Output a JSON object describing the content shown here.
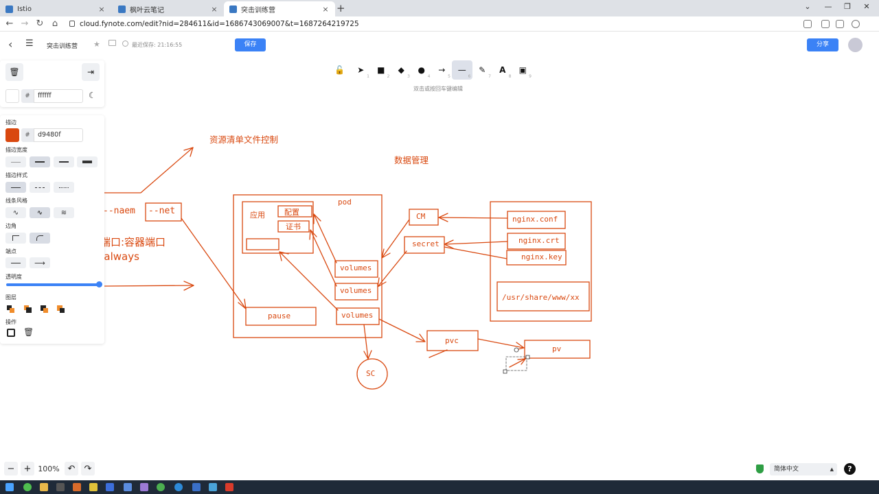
{
  "browser": {
    "tabs": [
      {
        "label": "Istio",
        "close": "×",
        "active": false
      },
      {
        "label": "枫叶云笔记",
        "close": "×",
        "active": false
      },
      {
        "label": "突击训练营",
        "close": "×",
        "active": true
      }
    ],
    "new_tab": "+",
    "window_controls": [
      "⌄",
      "—",
      "❐",
      "✕"
    ],
    "url": "cloud.fynote.com/edit?nid=284611&id=1686743069007&t=1687264219725",
    "nav": {
      "back": "←",
      "forward": "→",
      "reload": "↻",
      "home": "⌂"
    }
  },
  "header": {
    "back": "‹",
    "menu": "☰",
    "title": "突击训练营",
    "save_status": "最近保存: 21:16:55",
    "save_label": "保存",
    "share_label": "分享",
    "brand_color": "#3b82f6"
  },
  "toolbar": {
    "tools": [
      {
        "name": "lock",
        "glyph": "🔓",
        "num": ""
      },
      {
        "name": "select",
        "glyph": "➤",
        "num": "1"
      },
      {
        "name": "rectangle",
        "glyph": "■",
        "num": "2"
      },
      {
        "name": "diamond",
        "glyph": "◆",
        "num": "3"
      },
      {
        "name": "ellipse",
        "glyph": "●",
        "num": "4"
      },
      {
        "name": "arrow",
        "glyph": "→",
        "num": "5"
      },
      {
        "name": "line",
        "glyph": "—",
        "num": "6"
      },
      {
        "name": "pencil",
        "glyph": "✎",
        "num": "7"
      },
      {
        "name": "text",
        "glyph": "A",
        "num": "8"
      },
      {
        "name": "image",
        "glyph": "▣",
        "num": "9"
      }
    ],
    "active_tool": "line",
    "hint": "双击或按回车键编辑"
  },
  "left_panel": {
    "background_hex": "ffffff",
    "stroke_label": "描边",
    "stroke_hex": "d9480f",
    "stroke_color": "#d9480f",
    "stroke_width_label": "描边宽度",
    "stroke_style_label": "描边样式",
    "line_style_label": "线条风格",
    "corner_label": "边角",
    "endpoint_label": "端点",
    "opacity_label": "透明度",
    "opacity": 1.0,
    "layer_label": "图层",
    "action_label": "操作"
  },
  "canvas": {
    "notes": {
      "resource_manifest": "资源清单文件控制",
      "data_management": "数据管理",
      "port_note": "端口:容器端口",
      "always": "-always",
      "naem": "--naem",
      "net": "--net",
      "pod": "pod",
      "app": "应用",
      "config": "配置",
      "cert": "证书",
      "volumes1": "volumes",
      "volumes2": "volumes",
      "volumes3": "volumes",
      "pause": "pause",
      "cm": "CM",
      "secret": "secret",
      "nginx_conf": "nginx.conf",
      "nginx_crt": "nginx.crt",
      "nginx_key": "nginx.key",
      "usr_path": "/usr/share/www/xx",
      "pvc": "pvc",
      "pv": "pv",
      "sc": "SC"
    },
    "stroke_color": "#d9480f"
  },
  "footer": {
    "zoom_out": "−",
    "zoom_in": "+",
    "zoom": "100%",
    "undo": "↶",
    "redo": "↷",
    "language": "简体中文",
    "lang_caret": "▲",
    "help": "?"
  }
}
